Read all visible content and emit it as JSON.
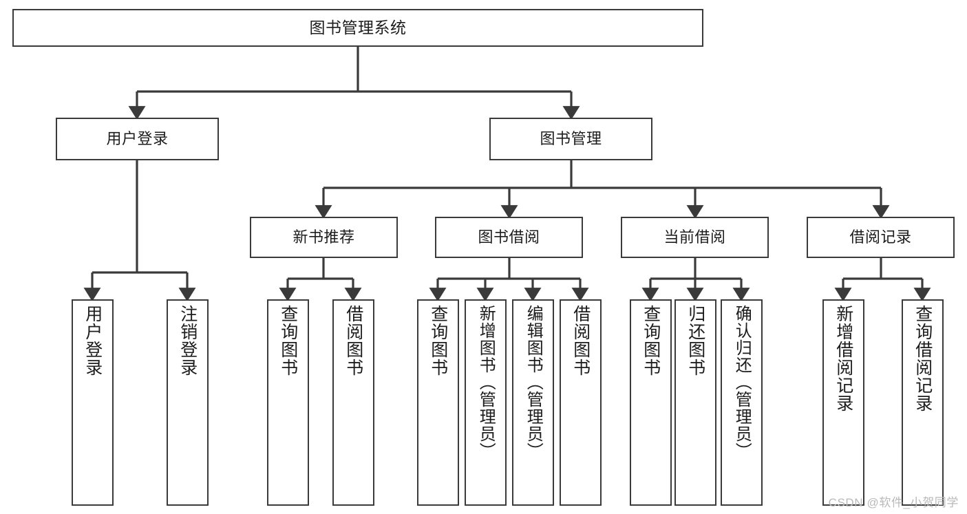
{
  "diagram": {
    "title": "图书管理系统",
    "type": "tree-hierarchy",
    "root": {
      "label": "图书管理系统"
    },
    "level2": [
      {
        "label": "用户登录"
      },
      {
        "label": "图书管理"
      }
    ],
    "level3": [
      {
        "label": "新书推荐"
      },
      {
        "label": "图书借阅"
      },
      {
        "label": "当前借阅"
      },
      {
        "label": "借阅记录"
      }
    ],
    "leaves": {
      "user_login": [
        {
          "label": "用户登录"
        },
        {
          "label": "注销登录"
        }
      ],
      "new_book_recommend": [
        {
          "label": "查询图书"
        },
        {
          "label": "借阅图书"
        }
      ],
      "book_borrow": [
        {
          "label": "查询图书"
        },
        {
          "label": "新增图书（管理员）"
        },
        {
          "label": "编辑图书（管理员）"
        },
        {
          "label": "借阅图书"
        }
      ],
      "current_borrow": [
        {
          "label": "查询图书"
        },
        {
          "label": "归还图书"
        },
        {
          "label": "确认归还（管理员）"
        }
      ],
      "borrow_record": [
        {
          "label": "新增借阅记录"
        },
        {
          "label": "查询借阅记录"
        }
      ]
    }
  },
  "watermark": {
    "text": "CSDN @软件_小贺同学"
  },
  "colors": {
    "border": "#3a3a3a",
    "text": "#1c1c1c",
    "background": "#ffffff",
    "watermark": "#b9b9b9"
  }
}
